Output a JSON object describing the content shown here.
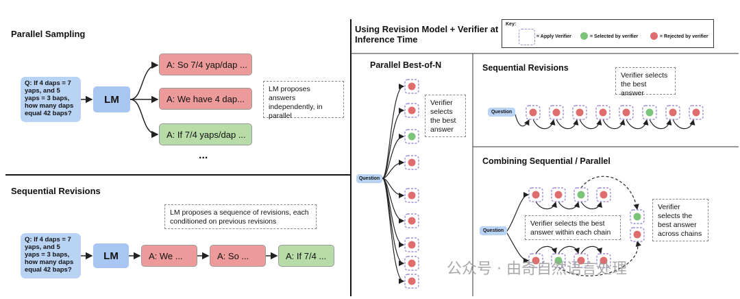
{
  "parallel_sampling": {
    "title": "Parallel Sampling",
    "question": "Q:  If 4 daps = 7 yaps, and 5 yaps = 3 baps, how many daps equal 42 baps?",
    "lm": "LM",
    "answers": [
      "A: So 7/4 yap/dap ...",
      "A: We have 4 dap...",
      "A: If 7/4 yaps/dap ..."
    ],
    "ellipsis": "...",
    "note": "LM proposes answers independently, in parallel"
  },
  "sequential_left": {
    "title": "Sequential Revisions",
    "note": "LM proposes a sequence of revisions, each conditioned on previous revisions",
    "question": "Q:  If 4 daps = 7 yaps, and 5 yaps = 3 baps, how many daps equal 42 baps?",
    "lm": "LM",
    "answers": [
      "A: We ...",
      "A: So ...",
      "A: If 7/4 ..."
    ]
  },
  "right_header": {
    "title": "Using Revision Model + Verifier at Inference Time",
    "key_label": "Key:",
    "key_items": [
      "= Apply Verifier",
      "= Selected by verifier",
      "= Rejected by verifier"
    ]
  },
  "best_of_n": {
    "title": "Parallel Best-of-N",
    "question": "Question",
    "note": "Verifier selects the best answer",
    "dots": [
      "red",
      "red",
      "green",
      "red",
      "red",
      "red",
      "red",
      "red",
      "red"
    ]
  },
  "seq_right": {
    "title": "Sequential Revisions",
    "question": "Question",
    "note": "Verifier selects the best answer",
    "dots": [
      "red",
      "red",
      "red",
      "red",
      "red",
      "green",
      "red",
      "red"
    ]
  },
  "combined": {
    "title": "Combining Sequential / Parallel",
    "question": "Question",
    "note_chain": "Verifier selects the best answer within each chain",
    "note_across": "Verifier selects the best answer across chains",
    "top_chain": [
      "red",
      "red",
      "green",
      "red"
    ],
    "bottom_chain": [
      "red",
      "green",
      "red",
      "red"
    ],
    "final": [
      "green",
      "red"
    ]
  },
  "watermark": "公众号 · 由奇自然语言处理",
  "colors": {
    "red": "#e06d6d",
    "green": "#7cc47a",
    "dash": "#9b8fd6",
    "lm": "#a9c6f2"
  }
}
